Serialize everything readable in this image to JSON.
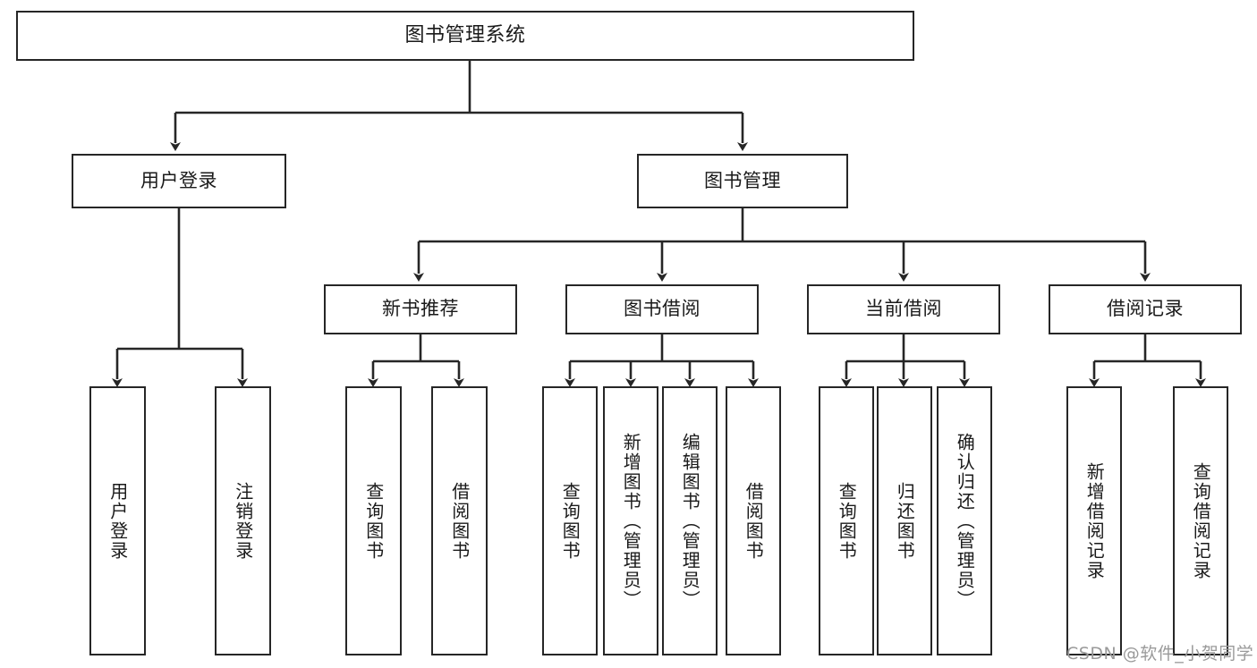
{
  "diagram": {
    "title": "图书管理系统",
    "type": "tree-hierarchy",
    "root": {
      "label": "图书管理系统"
    },
    "level2": [
      {
        "label": "用户登录"
      },
      {
        "label": "图书管理"
      }
    ],
    "level3": [
      {
        "label": "新书推荐"
      },
      {
        "label": "图书借阅"
      },
      {
        "label": "当前借阅"
      },
      {
        "label": "借阅记录"
      }
    ],
    "leaves": {
      "user_login": [
        {
          "label": "用户登录"
        },
        {
          "label": "注销登录"
        }
      ],
      "new_book_recommend": [
        {
          "label": "查询图书"
        },
        {
          "label": "借阅图书"
        }
      ],
      "book_borrow": [
        {
          "label": "查询图书"
        },
        {
          "label": "新增图书（管理员）"
        },
        {
          "label": "编辑图书（管理员）"
        },
        {
          "label": "借阅图书"
        }
      ],
      "current_borrow": [
        {
          "label": "查询图书"
        },
        {
          "label": "归还图书"
        },
        {
          "label": "确认归还（管理员）"
        }
      ],
      "borrow_record": [
        {
          "label": "新增借阅记录"
        },
        {
          "label": "查询借阅记录"
        }
      ]
    }
  },
  "watermark": {
    "text": "CSDN @软件_小贺同学"
  },
  "colors": {
    "stroke": "#262626",
    "text": "#1a1a1a",
    "background": "#ffffff",
    "watermark": "#9a9a9a"
  }
}
